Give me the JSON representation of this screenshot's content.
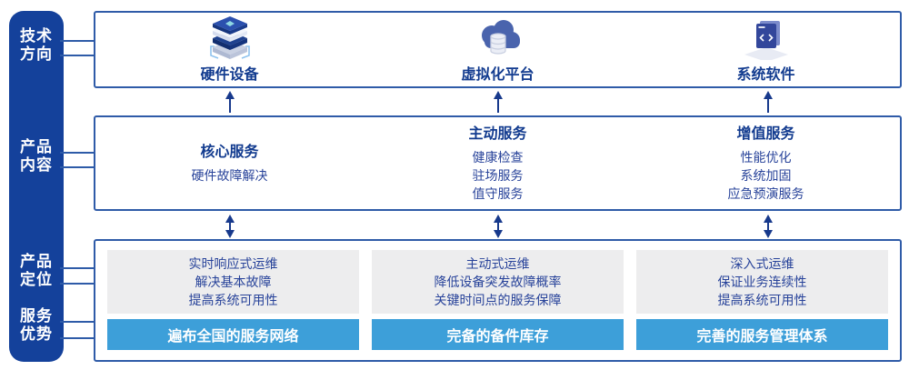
{
  "colors": {
    "sidebar_bg": "#14419B",
    "box_border": "#2F5BA8",
    "header_text": "#123B8F",
    "body_text": "#28439A",
    "panel_bg": "#EDEDEE",
    "banner_bg": "#3D9FD9",
    "banner_text": "#FFFFFF",
    "arrow": "#17398C"
  },
  "sidebar": {
    "items": [
      {
        "id": "tech-direction",
        "label": "技术\n方向"
      },
      {
        "id": "product-content",
        "label": "产品\n内容"
      },
      {
        "id": "product-positioning",
        "label": "产品\n定位"
      },
      {
        "id": "service-advantage",
        "label": "服务\n优势"
      }
    ]
  },
  "tech_row": {
    "items": [
      {
        "icon": "hardware-stack-icon",
        "label": "硬件设备"
      },
      {
        "icon": "cloud-platform-icon",
        "label": "虚拟化平台"
      },
      {
        "icon": "software-window-icon",
        "label": "系统软件"
      }
    ]
  },
  "content_row": {
    "columns": [
      {
        "header": "核心服务",
        "items": [
          "硬件故障解决"
        ]
      },
      {
        "header": "主动服务",
        "items": [
          "健康检查",
          "驻场服务",
          "值守服务"
        ]
      },
      {
        "header": "增值服务",
        "items": [
          "性能优化",
          "系统加固",
          "应急预演服务"
        ]
      }
    ]
  },
  "bottom_row": {
    "columns": [
      {
        "positioning": [
          "实时响应式运维",
          "解决基本故障",
          "提高系统可用性"
        ],
        "advantage": "遍布全国的服务网络"
      },
      {
        "positioning": [
          "主动式运维",
          "降低设备突发故障概率",
          "关键时间点的服务保障"
        ],
        "advantage": "完备的备件库存"
      },
      {
        "positioning": [
          "深入式运维",
          "保证业务连续性",
          "提高系统可用性"
        ],
        "advantage": "完善的服务管理体系"
      }
    ]
  }
}
